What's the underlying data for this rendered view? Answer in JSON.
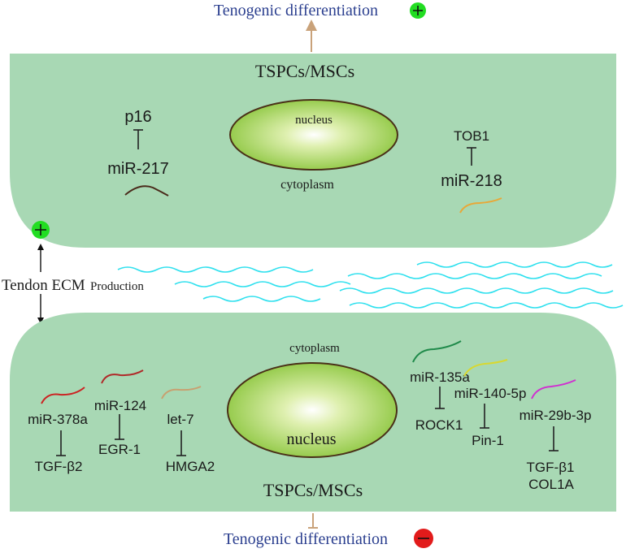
{
  "top_cell": {
    "outcome_label": "Tenogenic differentiation",
    "cell_label": "TSPCs/MSCs",
    "nucleus_label": "nucleus",
    "cytoplasm_label": "cytoplasm",
    "mirna": [
      {
        "name": "miR-217",
        "target": "p16",
        "color": "#4a2a1a"
      },
      {
        "name": "miR-218",
        "target": "TOB1",
        "color": "#e8a838"
      }
    ]
  },
  "bottom_cell": {
    "outcome_label": "Tenogenic differentiation",
    "cell_label": "TSPCs/MSCs",
    "nucleus_label": "nucleus",
    "cytoplasm_label": "cytoplasm",
    "mirna": [
      {
        "name": "miR-378a",
        "target": "TGF-β2",
        "color": "#cc2222"
      },
      {
        "name": "miR-124",
        "target": "EGR-1",
        "color": "#b02828"
      },
      {
        "name": "let-7",
        "target": "HMGA2",
        "color": "#c8a070"
      },
      {
        "name": "miR-135a",
        "target": "ROCK1",
        "color": "#1f8a4a"
      },
      {
        "name": "miR-140-5p",
        "target": "Pin-1",
        "color": "#d8d830"
      },
      {
        "name": "miR-29b-3p",
        "target": "TGF-β1",
        "target2": "COL1A",
        "color": "#d030d0"
      }
    ]
  },
  "ecm": {
    "label_main": "Tendon ECM",
    "label_sub": "Production",
    "fiber_color": "#2ee0ee"
  },
  "colors": {
    "cell_fill": "#a8d8b4",
    "nucleus_fill": "#8cc63f",
    "nucleus_stroke": "#4a3018",
    "promote": "#22dd22",
    "inhibit": "#e21b1b",
    "outcome_text": "#2b3f8f",
    "outcome_arrow": "#c9a27a"
  }
}
